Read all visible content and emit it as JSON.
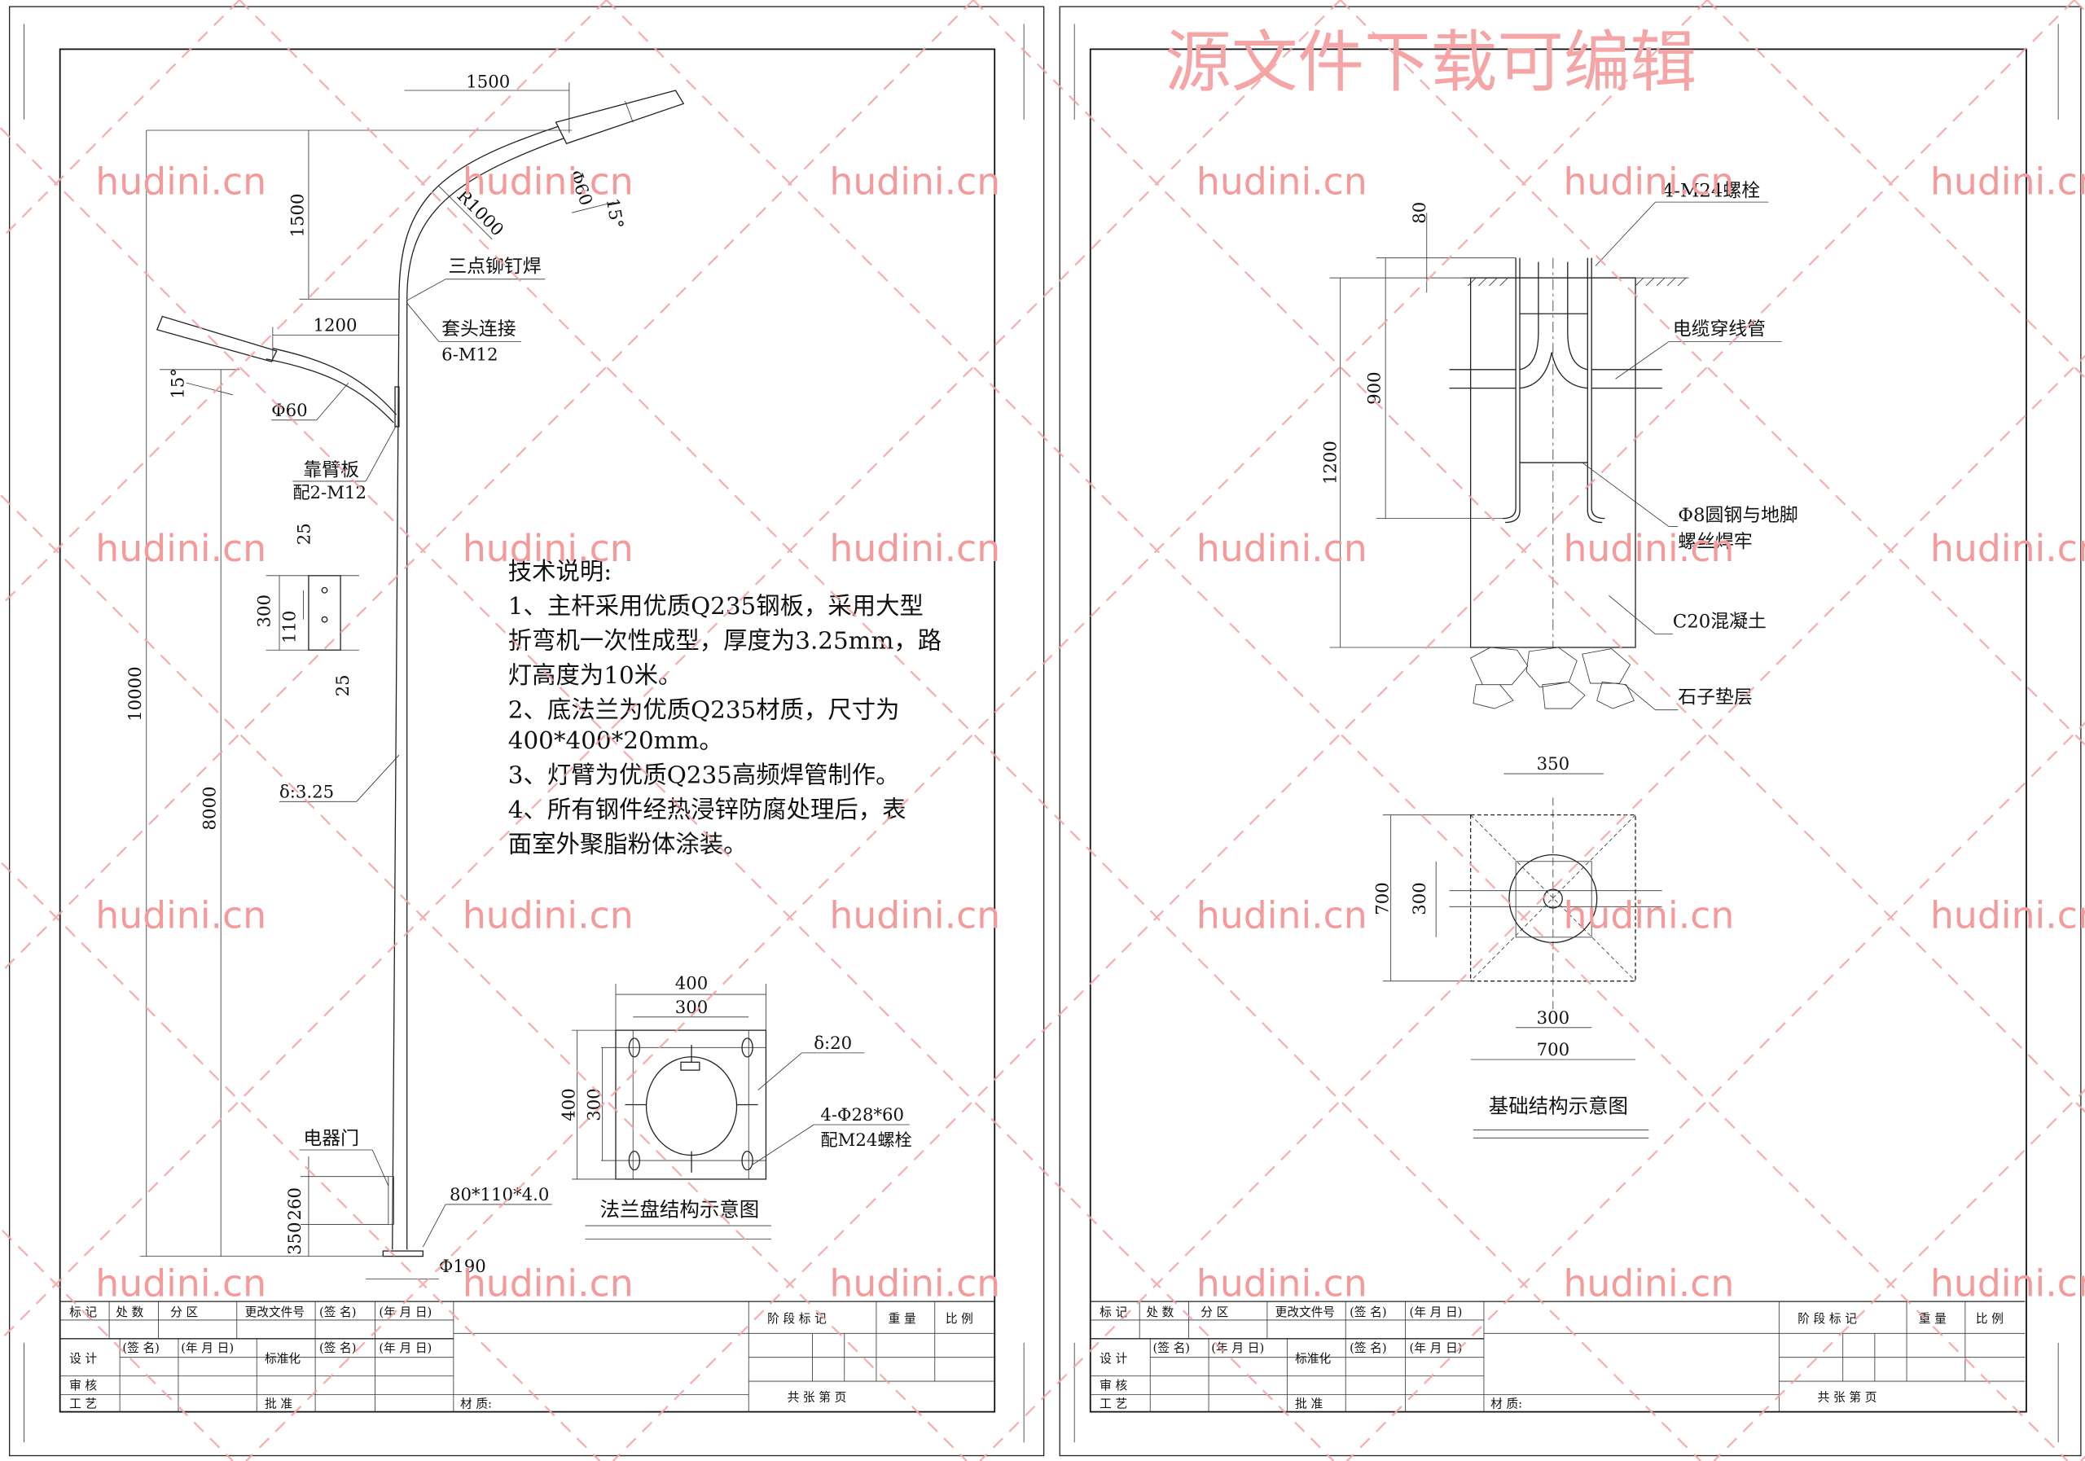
{
  "header_watermark": "源文件下载可编辑",
  "watermark": "hudini.cn",
  "colors": {
    "line": "#222222",
    "watermark": "#f59a9a"
  },
  "pole": {
    "dim_top_arm": "1500",
    "dim_upper_height": "1500",
    "dim_lower_arm": "1200",
    "dim_total": "10000",
    "dim_lower_height": "8000",
    "upper_dia": "Φ60",
    "upper_angle": "15°",
    "radius": "R1000",
    "weld_label": "三点铆钉焊",
    "sleeve_label": "套头连接",
    "sleeve_spec": "6-M12",
    "lower_angle": "15°",
    "lower_dia": "Φ60",
    "plate_label": "靠臂板",
    "plate_spec": "配2-M12",
    "bracket_dims": [
      "25",
      "300",
      "110",
      "25"
    ],
    "thickness": "δ:3.25",
    "door_label": "电器门",
    "door_dims": [
      "260",
      "350"
    ],
    "door_spec": "80*110*4.0",
    "base_dia": "Φ190"
  },
  "notes": {
    "title": "技术说明:",
    "lines": [
      "1、主杆采用优质Q235钢板，采用大型",
      "折弯机一次性成型，厚度为3.25mm，路",
      "灯高度为10米。",
      "2、底法兰为优质Q235材质，尺寸为",
      "400*400*20mm。",
      "3、灯臂为优质Q235高频焊管制作。",
      "4、所有钢件经热浸锌防腐处理后，表",
      "面室外聚脂粉体涂装。"
    ]
  },
  "flange": {
    "dim_outer_w": "400",
    "dim_inner_w": "300",
    "dim_outer_h": "400",
    "dim_inner_h": "300",
    "thickness": "δ:20",
    "holes": "4-Φ28*60",
    "bolts": "配M24螺栓",
    "title": "法兰盘结构示意图"
  },
  "foundation": {
    "bolt_label": "4-M24螺栓",
    "dim_80": "80",
    "dim_900": "900",
    "dim_1200": "1200",
    "pipe_label": "电缆穿线管",
    "rebar_label_1": "Φ8圆钢与地脚",
    "rebar_label_2": "螺丝焊牢",
    "concrete_label": "C20混凝土",
    "gravel_label": "石子垫层",
    "plan_dim_350": "350",
    "plan_dim_700_v": "700",
    "plan_dim_300_v": "300",
    "plan_dim_300_h": "300",
    "plan_dim_700_h": "700",
    "title": "基础结构示意图"
  },
  "title_block": {
    "mark": "标 记",
    "count": "处 数",
    "zone": "分 区",
    "change_doc": "更改文件号",
    "sign": "(签 名)",
    "date": "(年 月 日)",
    "design": "设 计",
    "standard": "标准化",
    "review": "审 核",
    "process": "工 艺",
    "approve": "批 准",
    "material": "材 质:",
    "stage_mark": "阶 段 标 记",
    "weight": "重 量",
    "scale": "比 例",
    "sheets": "共    张    第    页"
  }
}
